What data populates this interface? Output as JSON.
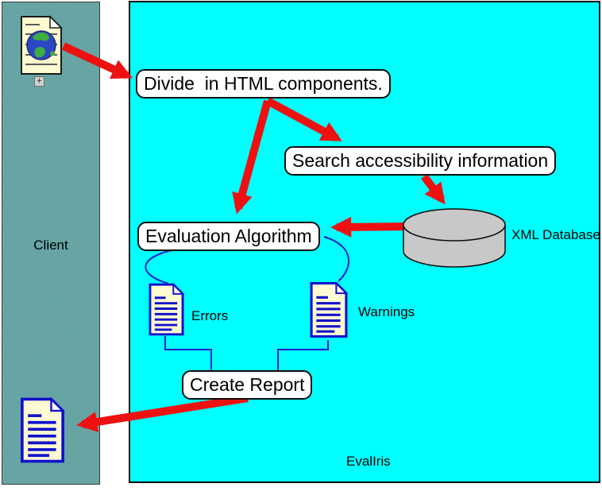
{
  "diagram": {
    "title": "EvalIris",
    "client_panel": {
      "label": "Client"
    },
    "process_boxes": {
      "divide": "Divide  in HTML components.",
      "search": "Search accessibility information",
      "evaluation": "Evaluation Algorithm",
      "create_report": "Create Report"
    },
    "database": {
      "label": "XML Database"
    },
    "documents": {
      "errors_label": "Errors",
      "warnings_label": "Warnings"
    },
    "icons": {
      "plus": "+"
    },
    "colors": {
      "panel_cyan": "#00ffff",
      "client_dither_teal": "#0b8585",
      "client_dither_silver": "#c3c3c3",
      "arrow_red": "#ee1111",
      "connector_blue": "#1f1fd0",
      "cylinder_gray": "#c8c8c8",
      "doc_paper_yellow": "#fffff0",
      "doc_border_blue": "#1111cc"
    }
  }
}
